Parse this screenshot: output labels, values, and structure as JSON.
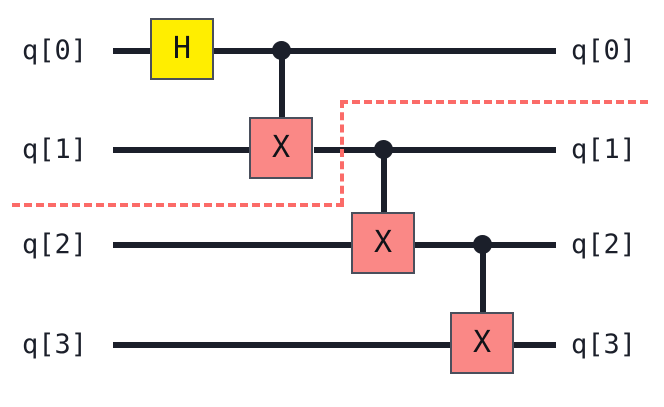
{
  "diagram": {
    "type": "quantum-circuit",
    "title": "Quantum circuit diagram",
    "num_qubits": 4,
    "background_color": "#ffffff",
    "wire_color": "#1b1f2a",
    "colors": {
      "hadamard_fill": "#ffee00",
      "pauli_x_fill": "#fa8886",
      "gate_border": "#4a4f5c",
      "dashed_boundary": "#fb6b68",
      "text": "#1b1f2a"
    }
  },
  "labels_left": [
    {
      "text": "q[0]"
    },
    {
      "text": "q[1]"
    },
    {
      "text": "q[2]"
    },
    {
      "text": "q[3]"
    }
  ],
  "labels_right": [
    {
      "text": "q[0]"
    },
    {
      "text": "q[1]"
    },
    {
      "text": "q[2]"
    },
    {
      "text": "q[3]"
    }
  ],
  "gates": [
    {
      "name": "hadamard-gate",
      "symbol": "H",
      "qubit": 0,
      "kind": "single"
    },
    {
      "name": "pauli-x-target-1",
      "symbol": "X",
      "qubit": 1,
      "kind": "target",
      "control_qubit": 0
    },
    {
      "name": "pauli-x-target-2",
      "symbol": "X",
      "qubit": 2,
      "kind": "target",
      "control_qubit": 1
    },
    {
      "name": "pauli-x-target-3",
      "symbol": "X",
      "qubit": 3,
      "kind": "target",
      "control_qubit": 2
    }
  ],
  "controls": [
    {
      "name": "control-dot-q0",
      "qubit": 0
    },
    {
      "name": "control-dot-q1",
      "qubit": 1
    },
    {
      "name": "control-dot-q2",
      "qubit": 2
    }
  ],
  "boundary": {
    "name": "dashed-partition-boundary",
    "style": "dashed",
    "color": "#fb6b68",
    "description": "step-shaped dashed line separating upper and lower circuit halves"
  }
}
